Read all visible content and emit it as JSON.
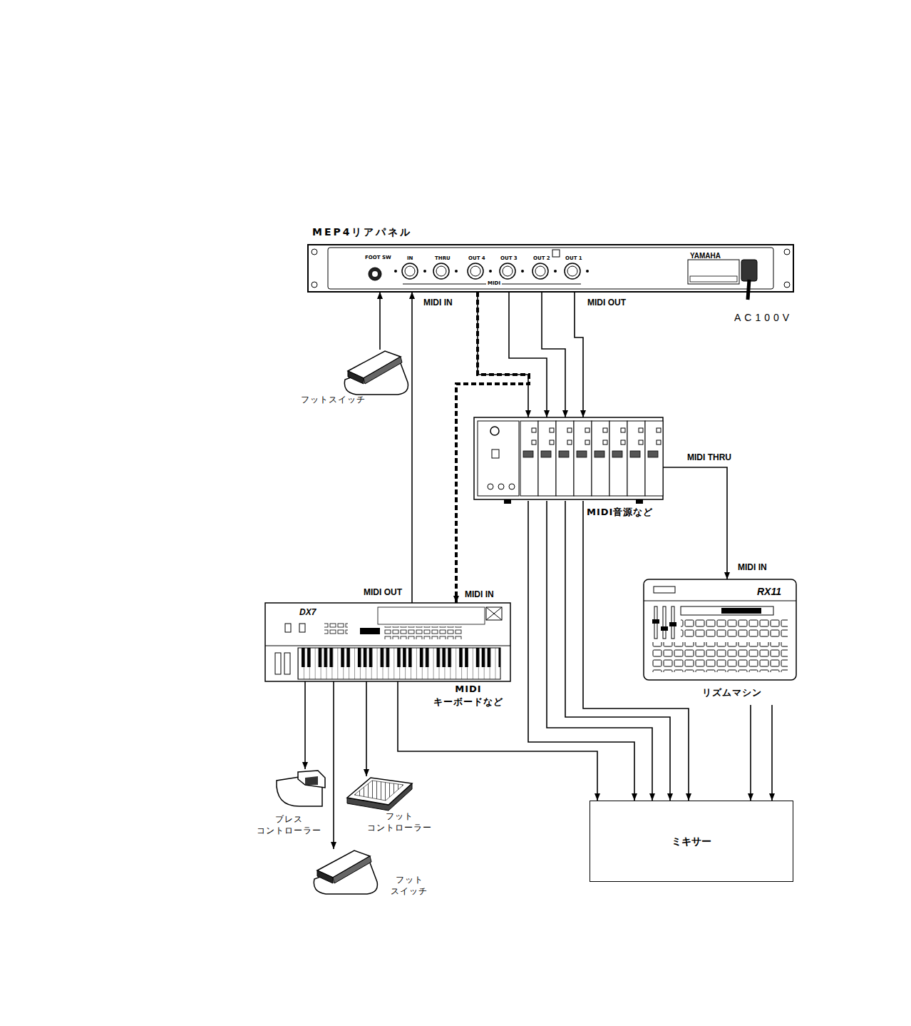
{
  "diagram": {
    "nodes": [
      {
        "text": [
          "MEP4リアパネル"
        ]
      },
      {
        "text": [
          "フットスイッチ"
        ]
      },
      {
        "text": [
          "MIDI音源など"
        ]
      },
      {
        "text": [
          "リズムマシン"
        ]
      },
      {
        "text": [
          "MIDI キーボードなど"
        ]
      },
      {
        "text": [
          "ブレス コントローラー"
        ]
      },
      {
        "text": [
          "フット コントローラー"
        ]
      },
      {
        "text": [
          "フット スイッチ"
        ]
      },
      {
        "text": [
          "ミキサー"
        ]
      }
    ],
    "edges": [
      {
        "from": 1,
        "to": 0,
        "arrow": "to"
      },
      {
        "from": 4,
        "to": 0,
        "arrow": "to",
        "label": "MIDI IN"
      },
      {
        "from": 0,
        "to": 2,
        "arrow": "to"
      },
      {
        "from": 0,
        "to": 2,
        "arrow": "to"
      },
      {
        "from": 0,
        "to": 2,
        "arrow": "to"
      },
      {
        "from": 0,
        "to": 2,
        "arrow": "to",
        "label": "MIDI OUT"
      },
      {
        "from": 0,
        "to": 4,
        "arrow": "to",
        "label": "MIDI IN"
      },
      {
        "from": 2,
        "to": 3,
        "arrow": "to",
        "label": "MIDI THRU"
      },
      {
        "from": 4,
        "to": 5,
        "arrow": "to"
      },
      {
        "from": 4,
        "to": 7,
        "arrow": "to"
      },
      {
        "from": 4,
        "to": 6,
        "arrow": "to"
      },
      {
        "from": 4,
        "to": 8,
        "arrow": "to"
      },
      {
        "from": 2,
        "to": 8,
        "arrow": "to"
      },
      {
        "from": 2,
        "to": 8,
        "arrow": "to"
      },
      {
        "from": 2,
        "to": 8,
        "arrow": "to"
      },
      {
        "from": 2,
        "to": 8,
        "arrow": "to"
      },
      {
        "from": 3,
        "to": 8,
        "arrow": "to"
      },
      {
        "from": 3,
        "to": 8,
        "arrow": "to"
      }
    ],
    "labels": [
      "FOOT SW",
      "IN",
      "THRU",
      "OUT 4",
      "OUT 3",
      "OUT 2",
      "OUT 1",
      "MIDI",
      "YAMAHA",
      "AC100V",
      "MIDI OUT",
      "MIDI IN",
      "DX7",
      "RX11"
    ]
  }
}
